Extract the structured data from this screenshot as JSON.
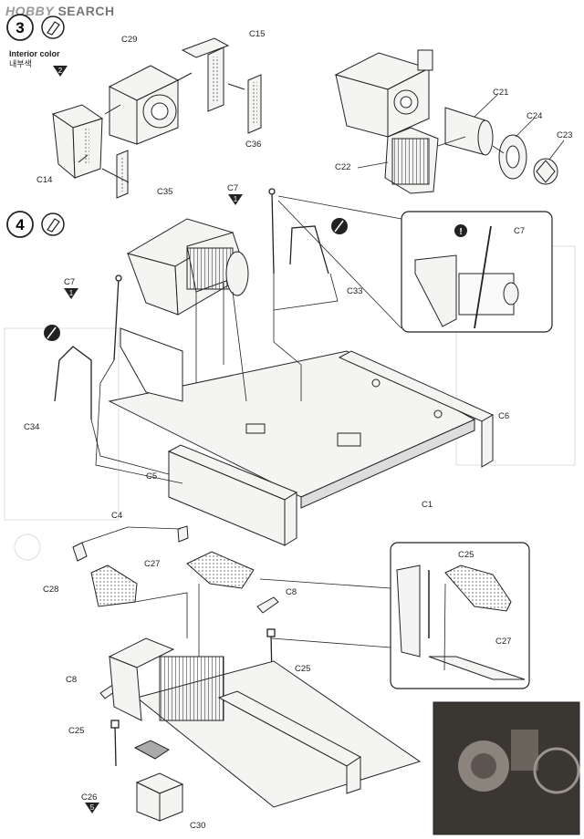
{
  "watermark": {
    "brand": "HOBBY",
    "word": "SEARCH"
  },
  "steps": [
    {
      "number": "3"
    },
    {
      "number": "4"
    }
  ],
  "interior_color": {
    "title": "Interior color",
    "korean": "내부색",
    "code": "2"
  },
  "parts": [
    "C29",
    "C15",
    "C14",
    "C35",
    "C36",
    "C21",
    "C24",
    "C23",
    "C22",
    "C7",
    "C33",
    "C34",
    "C6",
    "C5",
    "C1",
    "C4",
    "C27",
    "C28",
    "C8",
    "C25",
    "C26",
    "C30"
  ],
  "color_codes": {
    "c7a": "1",
    "c7b": "1",
    "c26": "5"
  },
  "colors": {
    "ink": "#222222",
    "panel": "#f4f4f2",
    "shadow": "#bdbdbd",
    "photo": "#3a3632"
  }
}
